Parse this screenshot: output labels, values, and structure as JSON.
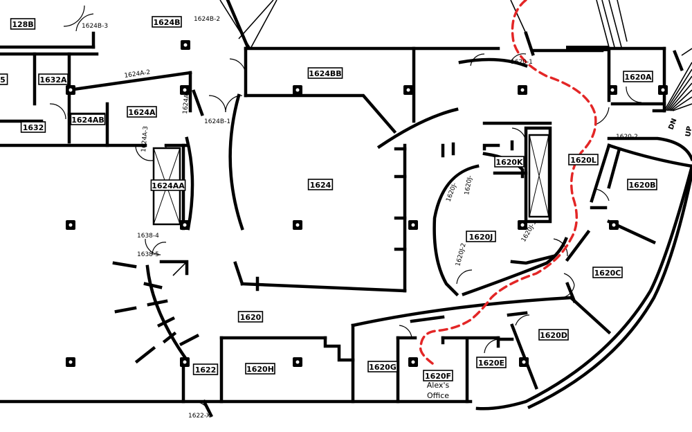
{
  "rooms": [
    {
      "label": "128B"
    },
    {
      "label": "1624B"
    },
    {
      "label": "5"
    },
    {
      "label": "1632A"
    },
    {
      "label": "1632"
    },
    {
      "label": "1624AB"
    },
    {
      "label": "1624A"
    },
    {
      "label": "1624BB"
    },
    {
      "label": "1624AA"
    },
    {
      "label": "1624"
    },
    {
      "label": "1620A"
    },
    {
      "label": "1620K"
    },
    {
      "label": "1620L"
    },
    {
      "label": "1620B"
    },
    {
      "label": "1620J"
    },
    {
      "label": "1620C"
    },
    {
      "label": "1620"
    },
    {
      "label": "1620D"
    },
    {
      "label": "1622"
    },
    {
      "label": "1620H"
    },
    {
      "label": "1620G"
    },
    {
      "label": "1620F"
    },
    {
      "label": "1620E"
    }
  ],
  "tags": [
    {
      "label": "1624B-3"
    },
    {
      "label": "1624B-2"
    },
    {
      "label": "1624A-2"
    },
    {
      "label": "1624B-1"
    },
    {
      "label": "1624A-"
    },
    {
      "label": "1624A-3"
    },
    {
      "label": "1620-1"
    },
    {
      "label": "1620-2"
    },
    {
      "label": "1620J-"
    },
    {
      "label": "1620J-"
    },
    {
      "label": "1620J-2"
    },
    {
      "label": "1620J-1"
    },
    {
      "label": "1638-4"
    },
    {
      "label": "1638-5"
    },
    {
      "label": "1622-X"
    }
  ],
  "stair_label": "DN",
  "stair_label_2": "UP",
  "annotation": {
    "line1": "Alex's",
    "line2": "Office"
  },
  "colors": {
    "walls": "#000000",
    "route": "#e32626",
    "background": "#ffffff"
  }
}
